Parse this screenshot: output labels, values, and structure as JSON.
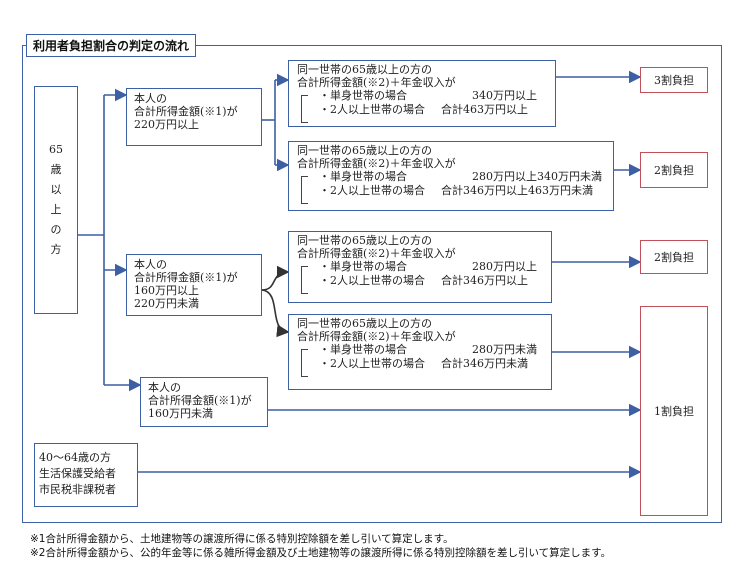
{
  "title": "利用者負担割合の判定の流れ",
  "age65": [
    "65",
    "歳",
    "以",
    "上",
    "の",
    "方"
  ],
  "income_nodes": {
    "n1": [
      "本人の",
      "合計所得金額(※1)が",
      "220万円以上"
    ],
    "n2": [
      "本人の",
      "合計所得金額(※1)が",
      "160万円以上",
      "220万円未満"
    ],
    "n3": [
      "本人の",
      "合計所得金額(※1)が",
      "160万円未満"
    ]
  },
  "condition_header": [
    "同一世帯の65歳以上の方の",
    "合計所得金額(※2)＋年金収入が"
  ],
  "single_label": "・単身世帯の場合",
  "multi_label": "・2人以上世帯の場合",
  "conditions": [
    {
      "single": "340万円以上",
      "multi": "合計463万円以上"
    },
    {
      "single": "280万円以上340万円未満",
      "multi": "合計346万円以上463万円未満"
    },
    {
      "single": "280万円以上",
      "multi": "合計346万円以上"
    },
    {
      "single": "280万円未満",
      "multi": "合計346万円未満"
    }
  ],
  "results": [
    "3割負担",
    "2割負担",
    "2割負担",
    "1割負担"
  ],
  "other_group": [
    "40〜64歳の方",
    "生活保護受給者",
    "市民税非課税者"
  ],
  "notes": [
    "※1合計所得金額から、土地建物等の譲渡所得に係る特別控除額を差し引いて算定します。",
    "※2合計所得金額から、公的年金等に係る雑所得金額及び土地建物等の譲渡所得に係る特別控除額を差し引いて算定します。"
  ],
  "colors": {
    "flow": "#3d5fa3",
    "result": "#c0505a"
  }
}
